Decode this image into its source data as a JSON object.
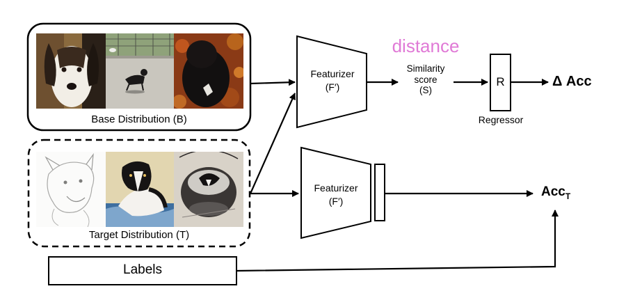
{
  "base_caption": "Base Distribution (B)",
  "target_caption": "Target Distribution (T)",
  "featurizer_top": {
    "name": "Featurizer",
    "symbol": "(F′)"
  },
  "featurizer_bottom": {
    "name": "Featurizer",
    "symbol": "(F′)"
  },
  "distance_label": "distance",
  "similarity": {
    "line1": "Similarity",
    "line2": "score",
    "line3": "(S)"
  },
  "regressor": {
    "box_label": "R",
    "caption": "Regressor"
  },
  "delta_acc": "Δ Acc",
  "acc_target": {
    "main": "Acc",
    "subscript": "T"
  },
  "labels_box": "Labels",
  "colors": {
    "distance": "#e07ad6",
    "stroke": "#000000",
    "background": "#ffffff"
  }
}
